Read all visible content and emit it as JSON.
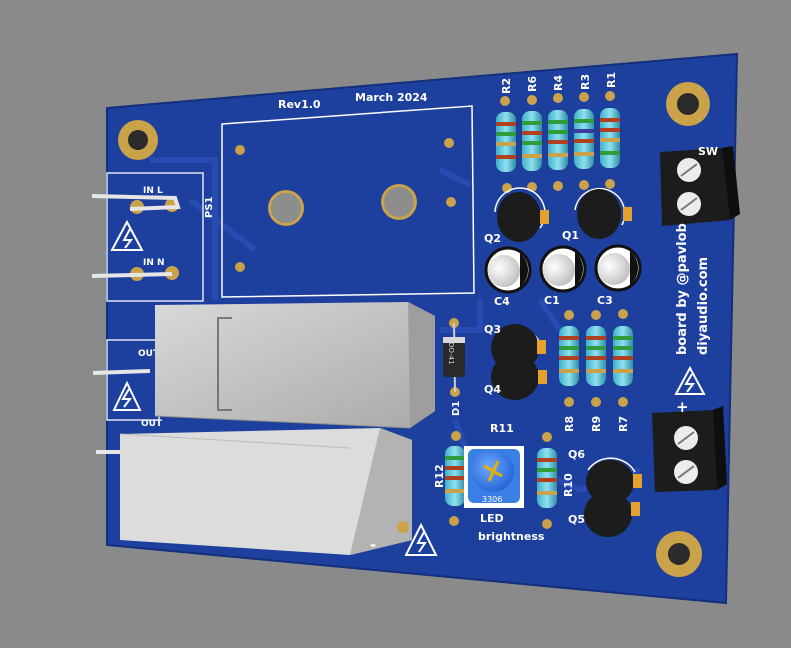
{
  "scene": {
    "background_color": "#8a8a8a",
    "board_color": "#1d3f9e",
    "silkscreen_color": "#ffffff",
    "pad_color": "#c9a24a"
  },
  "silkscreen": {
    "revision": "Rev1.0",
    "date": "March 2024",
    "credit_line1": "board by @pavlob",
    "credit_line2": "diyaudio.com",
    "led_label_line1": "LED",
    "led_label_line2": "brightness",
    "ps1": "PS1",
    "in_l": "IN L",
    "in_n": "IN N",
    "out_l": "OUT",
    "out_n": "OUT",
    "sw": "SW",
    "plus": "+",
    "minus": "-",
    "d1": "D1",
    "d1_body": "DO-41",
    "trimmer_code": "3306"
  },
  "components": {
    "resistors_top": [
      "R2",
      "R6",
      "R4",
      "R3",
      "R1"
    ],
    "resistors_mid": [
      "R8",
      "R9",
      "R7"
    ],
    "transistors": [
      "Q2",
      "Q1",
      "Q3",
      "Q4",
      "Q6",
      "Q5"
    ],
    "capacitors": [
      "C4",
      "C1",
      "C3"
    ],
    "trimmer": "R11",
    "r12": "R12",
    "r10": "R10"
  }
}
